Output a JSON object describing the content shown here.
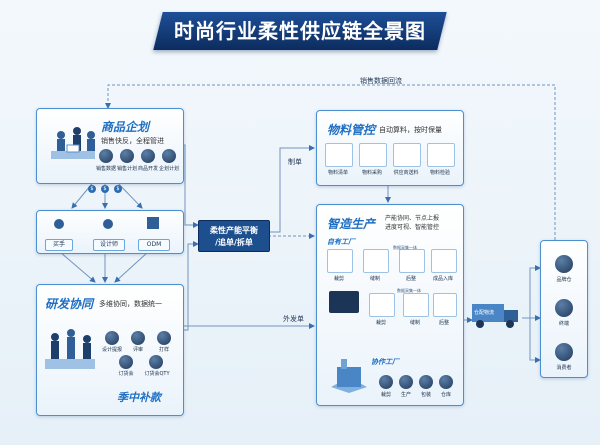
{
  "title": "时尚行业柔性供应链全景图",
  "feedback_label": "销售数据回流",
  "product": {
    "title": "商品企划",
    "subtitle": "销售快反，全程管进",
    "steps": [
      "销售数据",
      "销售计划",
      "商品开发",
      "企划计划"
    ]
  },
  "design_sources": [
    "买手",
    "设计师",
    "ODM"
  ],
  "rnd": {
    "title": "研发协同",
    "subtitle": "多维协同，数据统一",
    "steps": [
      "设计提报",
      "评审",
      "打样",
      "订货会",
      "订货会QTY"
    ],
    "footer": "季中补款"
  },
  "center": {
    "line1": "柔性产能平衡",
    "line2": "/追单/拆单"
  },
  "edge_labels": {
    "make": "制单",
    "outsource": "外发单"
  },
  "material": {
    "title": "物料管控",
    "subtitle": "自动算料，按时保量",
    "steps": [
      "物料清单",
      "物料采购",
      "供应商送料",
      "物料检验"
    ]
  },
  "smart": {
    "title": "智造生产",
    "subtitle_line1": "产能协同、节点上报",
    "subtitle_line2": "进度可视、智能管控",
    "own_factory": "自有工厂",
    "cooperate_factory": "协作工厂",
    "own_steps": [
      "裁剪",
      "缝制",
      "后整",
      "成品入库"
    ],
    "coop_steps": [
      "裁剪",
      "缝制",
      "后整"
    ],
    "tag1": "数据采集一体",
    "tag2": "数据采集一体",
    "truck": "仓配物流",
    "bottom_steps": [
      "裁剪",
      "生产",
      "包装",
      "仓库"
    ]
  },
  "channels": [
    "品牌仓",
    "终端",
    "消费者"
  ]
}
